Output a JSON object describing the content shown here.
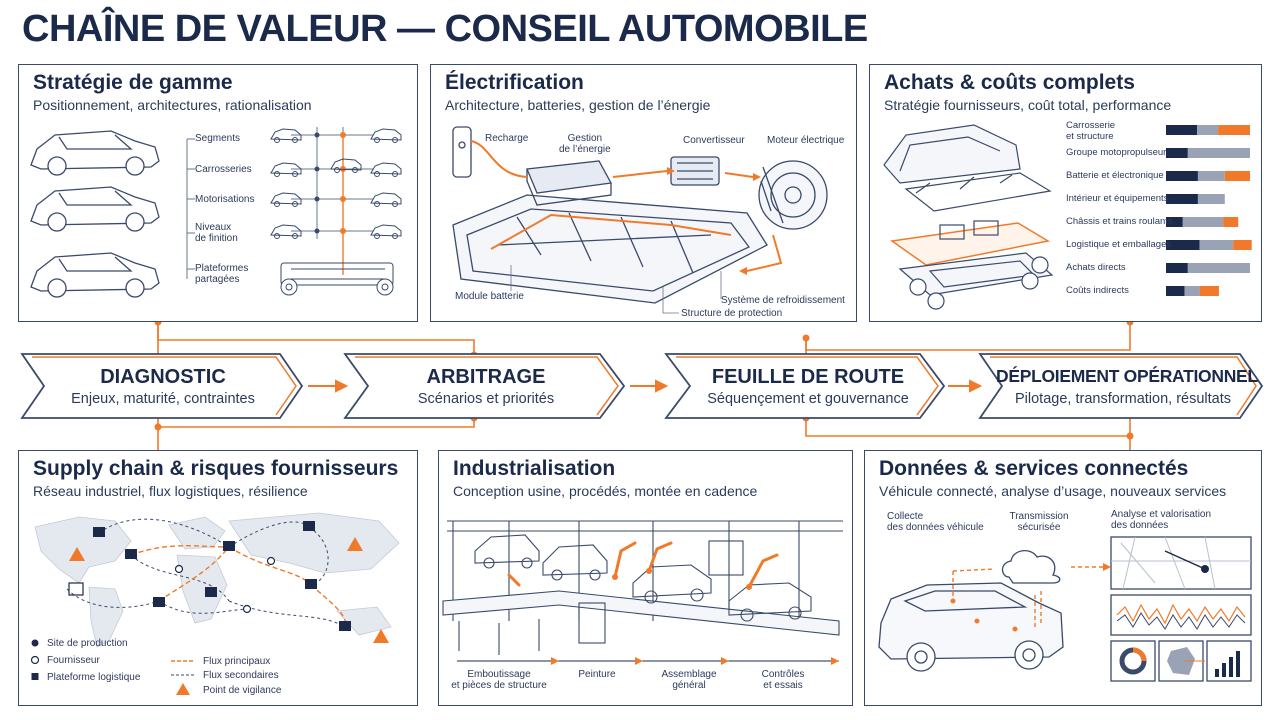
{
  "title": "CHAÎNE DE VALEUR — CONSEIL AUTOMOBILE",
  "colors": {
    "navy": "#1b2a4a",
    "orange": "#f07a2a",
    "gray": "#9aa3b5",
    "line": "#3a4a6a"
  },
  "panels": {
    "gamme": {
      "title": "Stratégie de gamme",
      "subtitle": "Positionnement, architectures, rationalisation",
      "labels": [
        "Segments",
        "Carrosseries",
        "Motorisations",
        "Niveaux\nde finition",
        "Plateformes\npartagées"
      ]
    },
    "electrification": {
      "title": "Électrification",
      "subtitle": "Architecture, batteries, gestion de l’énergie",
      "labels": {
        "recharge": "Recharge",
        "gestion": "Gestion\nde l’énergie",
        "convertisseur": "Convertisseur",
        "moteur": "Moteur électrique",
        "module": "Module batterie",
        "refroidissement": "Système de refroidissement",
        "structure": "Structure de protection"
      }
    },
    "achats": {
      "title": "Achats & coûts complets",
      "subtitle": "Stratégie fournisseurs, coût total, performance",
      "rows": [
        {
          "label": "Carrosserie\net structure",
          "navy": 0.37,
          "gray": 0.25,
          "orange": 0.38
        },
        {
          "label": "Groupe motopropulseur",
          "navy": 0.26,
          "gray": 0.74,
          "orange": 0
        },
        {
          "label": "Batterie et électronique",
          "navy": 0.38,
          "gray": 0.32,
          "orange": 0.3
        },
        {
          "label": "Intérieur et équipements",
          "navy": 0.38,
          "gray": 0.32,
          "orange": 0
        },
        {
          "label": "Châssis et trains roulants",
          "navy": 0.2,
          "gray": 0.48,
          "orange": 0.18
        },
        {
          "label": "Logistique et emballages",
          "navy": 0.4,
          "gray": 0.4,
          "orange": 0.22
        },
        {
          "label": "Achats directs",
          "navy": 0.26,
          "gray": 0.74,
          "orange": 0
        },
        {
          "label": "Coûts indirects",
          "navy": 0.22,
          "gray": 0.18,
          "orange": 0.23
        }
      ]
    },
    "supply": {
      "title": "Supply chain & risques fournisseurs",
      "subtitle": "Réseau industriel, flux logistiques, résilience",
      "legend_left": [
        "Site de production",
        "Fournisseur",
        "Plateforme logistique"
      ],
      "legend_right": [
        "Flux principaux",
        "Flux secondaires",
        "Point de vigilance"
      ]
    },
    "indus": {
      "title": "Industrialisation",
      "subtitle": "Conception usine, procédés, montée en cadence",
      "steps": [
        "Emboutissage\net pièces de structure",
        "Peinture",
        "Assemblage\ngénéral",
        "Contrôles\net essais"
      ]
    },
    "donnees": {
      "title": "Données & services connectés",
      "subtitle": "Véhicule connecté, analyse d’usage, nouveaux services",
      "labels": [
        "Collecte\ndes données véhicule",
        "Transmission\nsécurisée",
        "Analyse et valorisation\ndes données"
      ]
    }
  },
  "chevrons": [
    {
      "title": "DIAGNOSTIC",
      "subtitle": "Enjeux, maturité, contraintes"
    },
    {
      "title": "ARBITRAGE",
      "subtitle": "Scénarios et priorités"
    },
    {
      "title": "FEUILLE DE ROUTE",
      "subtitle": "Séquençement et gouvernance"
    },
    {
      "title": "DÉPLOIEMENT OPÉRATIONNEL",
      "subtitle": "Pilotage, transformation, résultats"
    }
  ]
}
